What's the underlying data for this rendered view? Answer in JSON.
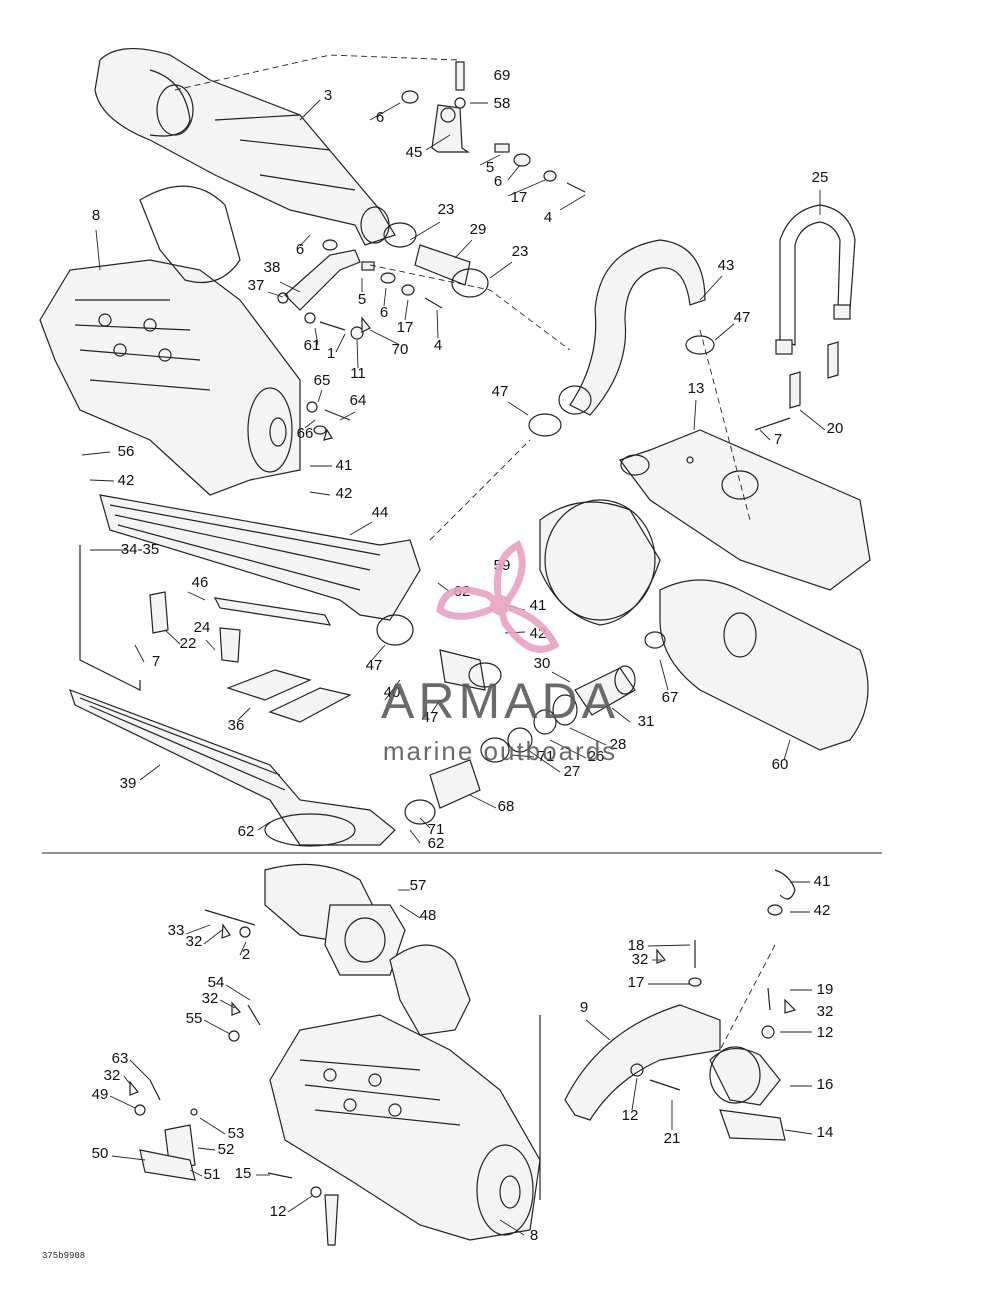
{
  "callouts": [
    "3",
    "69",
    "58",
    "6",
    "45",
    "5",
    "6",
    "17",
    "4",
    "25",
    "8",
    "23",
    "29",
    "23",
    "6",
    "38",
    "37",
    "5",
    "6",
    "17",
    "4",
    "43",
    "47",
    "61",
    "1",
    "70",
    "11",
    "65",
    "64",
    "66",
    "47",
    "13",
    "56",
    "42",
    "41",
    "42",
    "20",
    "7",
    "44",
    "34-35",
    "62",
    "59",
    "41",
    "42",
    "46",
    "22",
    "7",
    "24",
    "47",
    "40",
    "30",
    "67",
    "31",
    "36",
    "47",
    "28",
    "26",
    "27",
    "60",
    "39",
    "71",
    "68",
    "71",
    "62",
    "62",
    "57",
    "41",
    "48",
    "33",
    "32",
    "2",
    "42",
    "18",
    "32",
    "17",
    "19",
    "32",
    "12",
    "54",
    "32",
    "55",
    "9",
    "63",
    "32",
    "49",
    "53",
    "52",
    "50",
    "51",
    "12",
    "21",
    "16",
    "14",
    "15",
    "12",
    "8"
  ],
  "watermark": {
    "brand": "ARMADA",
    "tagline": "marine outboards",
    "logo_accent": "#e8a3c4"
  },
  "figure_code": "375b9908",
  "colors": {
    "line": "#222222",
    "watermark_text": "#5a5a5a",
    "logo": "#e8a3c4"
  },
  "icons": [
    "propeller-logo-icon"
  ]
}
